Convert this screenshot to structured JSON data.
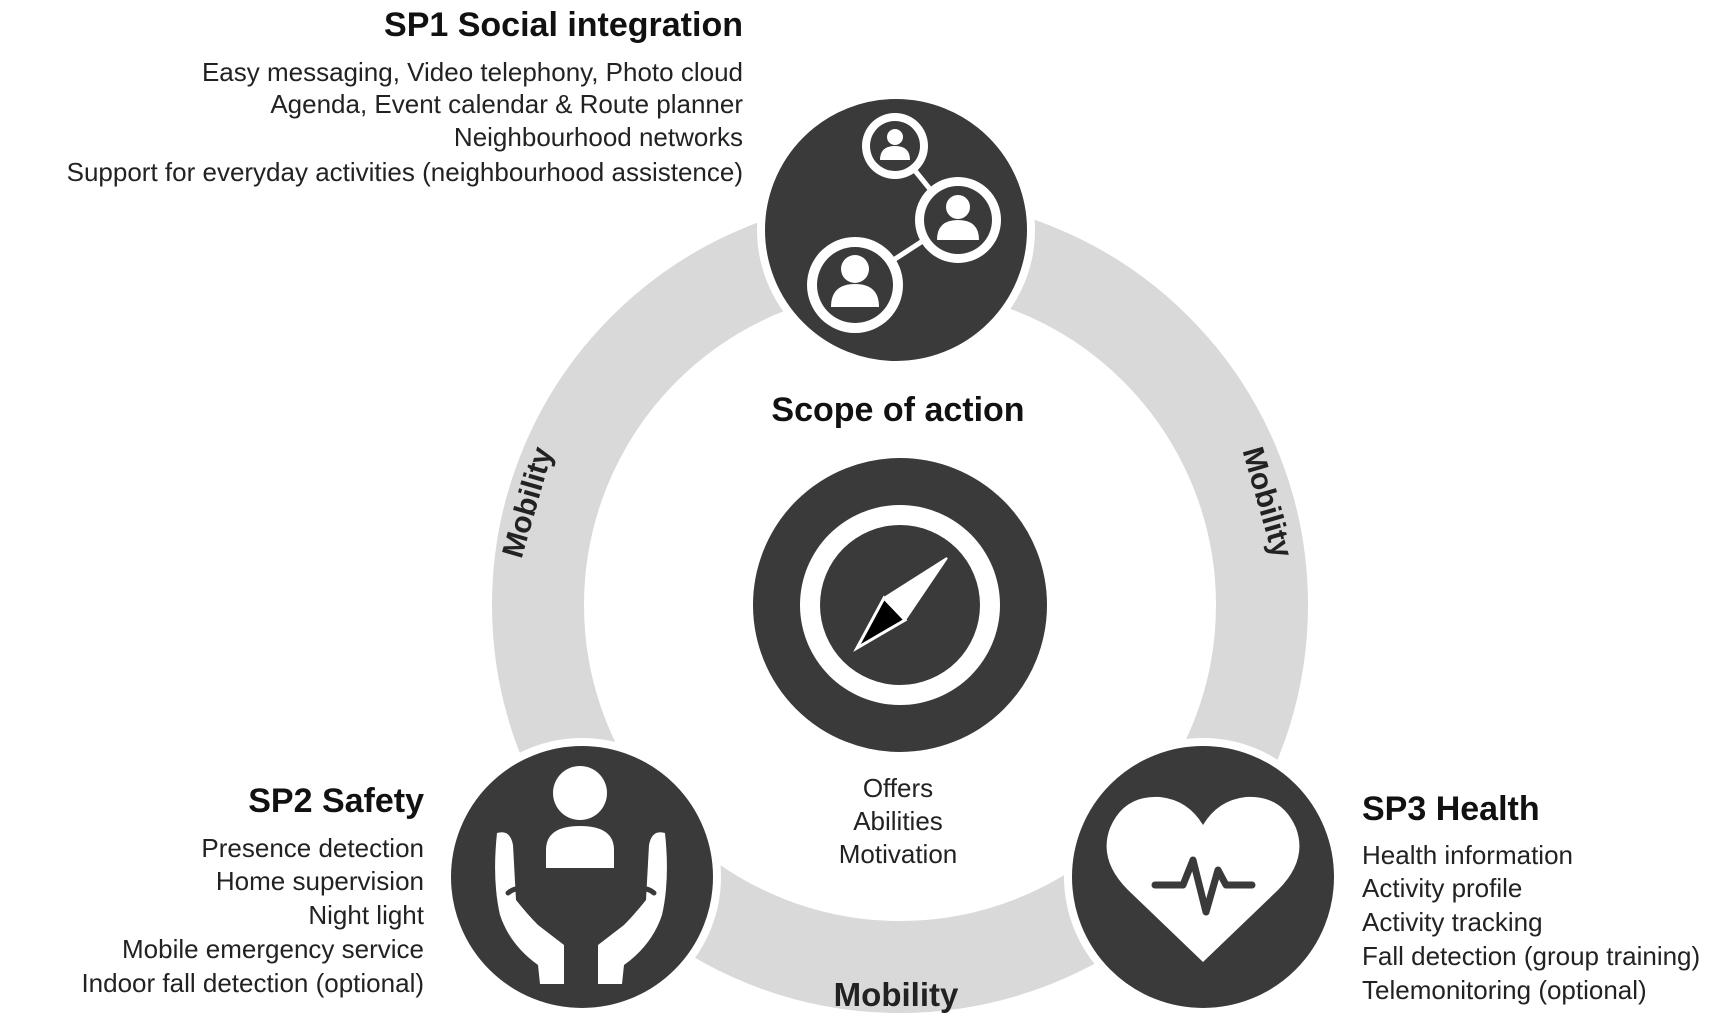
{
  "center": {
    "title": "Scope of action",
    "lines": [
      "Offers",
      "Abilities",
      "Motivation"
    ]
  },
  "ring": {
    "left_label": "Mobility",
    "right_label": "Mobility",
    "bottom_label": "Mobility"
  },
  "sp1": {
    "title": "SP1 Social integration",
    "items": [
      "Easy messaging, Video telephony,  Photo cloud",
      "Agenda, Event calendar & Route planner",
      "Neighbourhood networks",
      "Support for everyday  activities (neighbourhood assistence)"
    ],
    "icon": "social-network-icon"
  },
  "sp2": {
    "title": "SP2 Safety",
    "items": [
      "Presence detection",
      "Home supervision",
      "Night light",
      "Mobile emergency service",
      "Indoor fall detection (optional)"
    ],
    "icon": "care-hands-icon"
  },
  "sp3": {
    "title": "SP3 Health",
    "items": [
      "Health information",
      "Activity profile",
      "Activity tracking",
      "Fall detection (group training)",
      "Telemonitoring  (optional)"
    ],
    "icon": "heart-pulse-icon"
  },
  "colors": {
    "ring": "#d9d9d9",
    "circle_fill": "#3a3a3a",
    "icon_white": "#ffffff"
  }
}
